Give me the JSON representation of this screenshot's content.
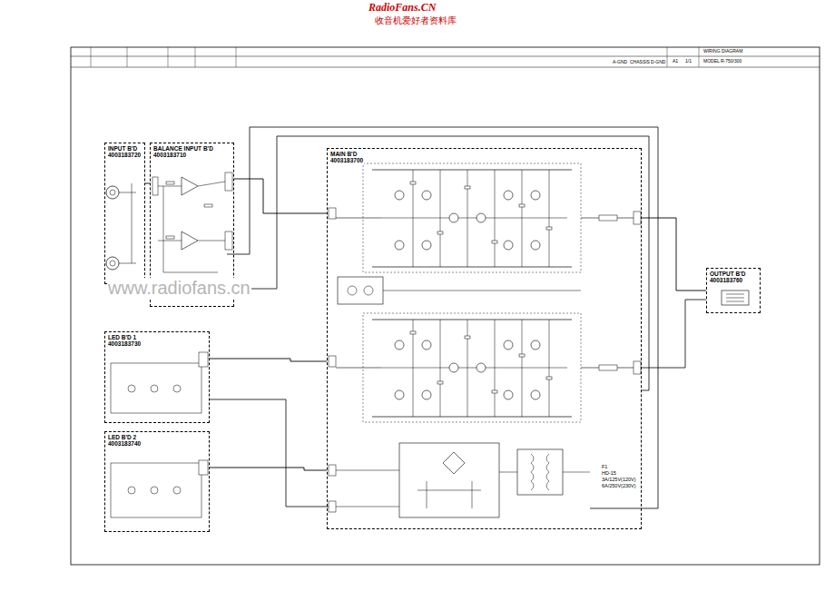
{
  "diagram": {
    "nodes": [
      {
        "text": [
          "INPUT B'D",
          "4003183720"
        ]
      },
      {
        "text": [
          "BALANCE INPUT B'D",
          "4003183710"
        ]
      },
      {
        "text": [
          "MAIN B'D",
          "4003183700"
        ]
      },
      {
        "text": [
          "LED B'D 1",
          "4003183730"
        ]
      },
      {
        "text": [
          "LED B'D 2",
          "4003183740"
        ]
      },
      {
        "text": [
          "OUTPUT B'D",
          "4003183760"
        ]
      }
    ],
    "edges": [
      {
        "from": 0,
        "to": 1,
        "arrow": "none"
      },
      {
        "from": 1,
        "to": 2,
        "arrow": "none"
      },
      {
        "from": 3,
        "to": 2,
        "arrow": "none"
      },
      {
        "from": 4,
        "to": 2,
        "arrow": "none"
      },
      {
        "from": 2,
        "to": 5,
        "arrow": "none"
      }
    ],
    "labels": [
      "RadioFans.CN",
      "收音机爱好者资料库",
      "www.radiofans.cn",
      "WIRING DIAGRAM",
      "MODEL R-750/300",
      "A1",
      "1/1",
      "A-GND",
      "CHASSIS",
      "D-GND",
      "F1",
      "HD-15",
      "3A/125V(120V)",
      "6A/250V(230V)"
    ]
  }
}
